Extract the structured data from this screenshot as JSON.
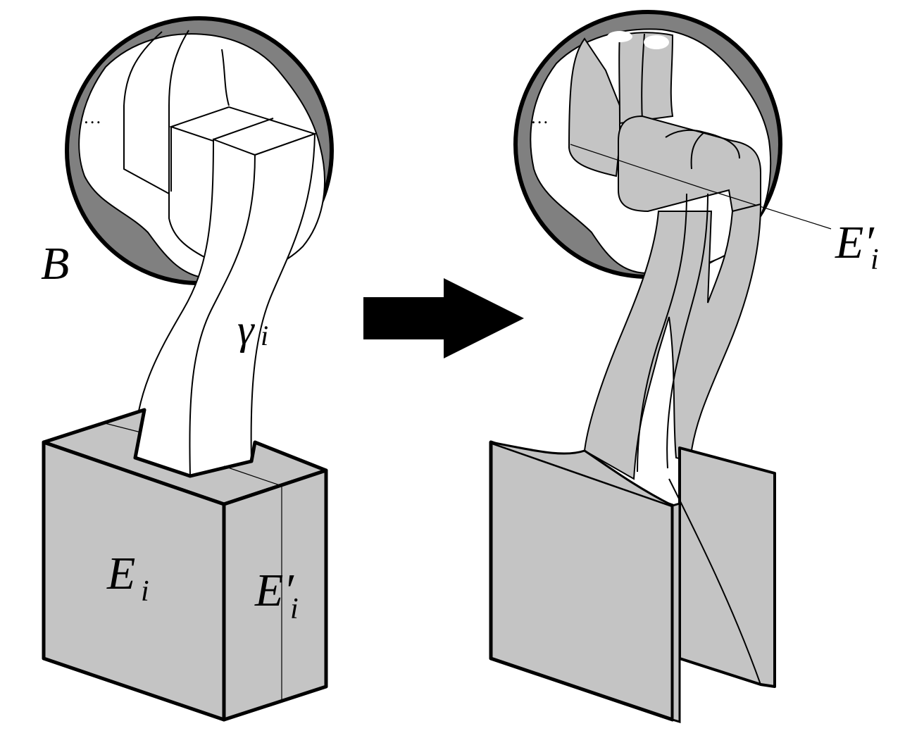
{
  "labels": {
    "ball": "B",
    "arc_base": "γ",
    "arc_sub": "i",
    "block_base": "E",
    "block_sub": "i",
    "disk_base": "E′",
    "disk_sub": "i",
    "result_disk_base": "E′",
    "result_disk_sub": "i",
    "dots_left": "…",
    "dots_right": "…"
  },
  "colors": {
    "fill_gray": "#c4c4c4",
    "shadow_gray": "#808080",
    "line": "#000000",
    "background": "#ffffff"
  },
  "arrow": {
    "direction": "right",
    "color": "#000000"
  }
}
